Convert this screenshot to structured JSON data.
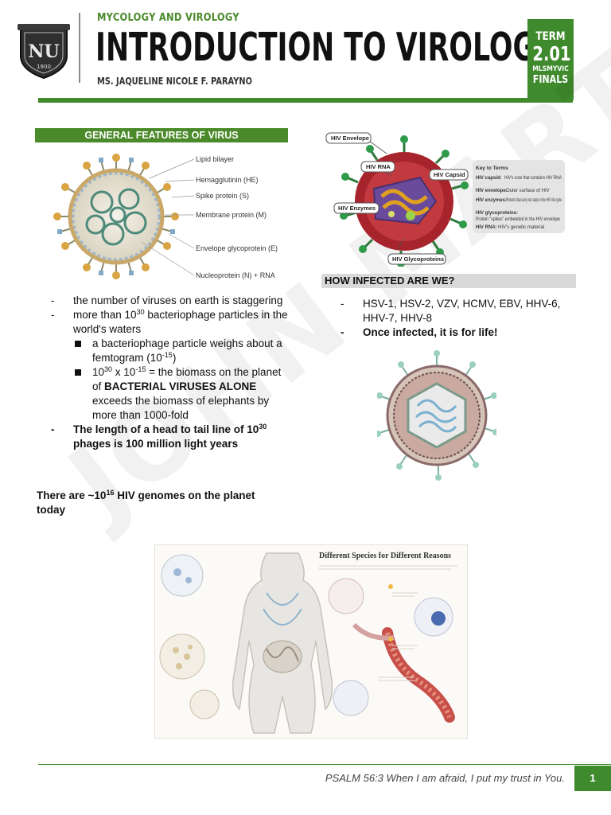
{
  "header": {
    "subject": "MYCOLOGY AND VIROLOGY",
    "title": "INTRODUCTION TO VIROLOGY",
    "author": "MS. JAQUELINE NICOLE F. PARAYNO",
    "logo_text": "NU",
    "logo_year": "1900",
    "term_word": "TERM",
    "term_number": "2.01",
    "course_code": "MLSMYVIC",
    "period": "FINALS"
  },
  "watermark": "JOHN MARTIN",
  "general_features": {
    "banner": "GENERAL FEATURES OF VIRUS",
    "labels": [
      "Lipid bilayer",
      "Hemagglutinin (HE)",
      "Spike protein (S)",
      "Membrane protein (M)",
      "Envelope glycoprotein (E)",
      "Nucleoprotein (N) + RNA"
    ]
  },
  "hiv_diagram": {
    "labels": [
      "HIV Envelope",
      "HIV RNA",
      "HIV Capsid",
      "HIV Enzymes",
      "HIV Glycoproteins"
    ],
    "key_title": "Key to Terms",
    "key_items": [
      {
        "term": "HIV capsid:",
        "text": "HIV's core that contains HIV RNA"
      },
      {
        "term": "HIV envelope:",
        "text": "Outer surface of HIV"
      },
      {
        "term": "HIV enzymes:",
        "text": "Proteins that carry out steps in the HIV life cycle"
      },
      {
        "term": "HIV glycoproteins:",
        "text": "Protein \"spikes\" embedded in the HIV envelope"
      },
      {
        "term": "HIV RNA:",
        "text": "HIV's genetic material"
      }
    ]
  },
  "left_bullets": {
    "b1": "the number of viruses on earth is staggering",
    "b2_a": "more than 10",
    "b2_sup": "30",
    "b2_b": " bacteriophage particles in the world's waters",
    "s1_a": "a bacteriophage particle weighs about a femtogram (10",
    "s1_sup": "-15",
    "s1_b": ")",
    "s2_a": "10",
    "s2_sup1": "30",
    "s2_b": " x 10",
    "s2_sup2": "-15",
    "s2_c": " = the biomass on the planet of ",
    "s2_bold": "BACTERIAL VIRUSES ALONE",
    "s2_d": " exceeds the biomass of elephants by more than 1000-fold",
    "b3_a": "The length of a head to tail line of 10",
    "b3_sup": "30",
    "b3_b": " phages is 100 million light years"
  },
  "hiv_count": {
    "a": "There are ~10",
    "sup": "16",
    "b": " HIV genomes on  the planet today"
  },
  "infected": {
    "banner": "HOW INFECTED ARE WE?",
    "b1": "HSV-1, HSV-2, VZV, HCMV, EBV, HHV-6, HHV-7, HHV-8",
    "b2": "Once infected, it is for life!"
  },
  "body_figure": {
    "title": "Different Species for Different Reasons"
  },
  "footer": {
    "verse": "PSALM 56:3 When I am afraid, I put my trust in You.",
    "page": "1"
  },
  "colors": {
    "brand_green": "#3f8a2c",
    "banner_green": "#4b8a2a",
    "banner_gray": "#d9d9d9"
  }
}
